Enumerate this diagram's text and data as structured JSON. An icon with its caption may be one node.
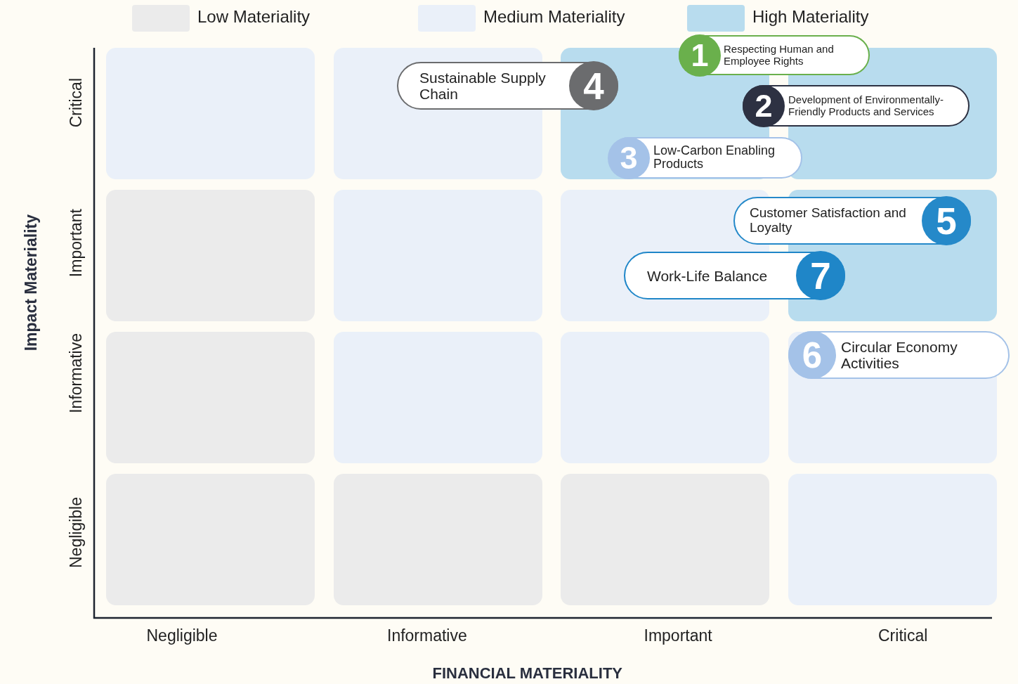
{
  "diagram": {
    "nodes": [
      {
        "text": [
          "1",
          "Respecting Human and Employee Rights"
        ]
      },
      {
        "text": [
          "Sustainable Supply Chain",
          "4"
        ]
      },
      {
        "text": [
          "2",
          "Development of Environmentally-Friendly Products and Services"
        ]
      },
      {
        "text": [
          "3",
          "Low-Carbon Enabling Products"
        ]
      },
      {
        "text": [
          "Customer Satisfaction and Loyalty",
          "5"
        ]
      },
      {
        "text": [
          "Work-Life Balance",
          "7"
        ]
      },
      {
        "text": [
          "6",
          "Circular Economy Activities"
        ]
      }
    ],
    "edges": [],
    "labels": [
      "Impact Materiality",
      "Critical",
      "Important",
      "Informative",
      "Negligible",
      "Negligible",
      "Informative",
      "Important",
      "Critical",
      "FINANCIAL MATERIALITY"
    ],
    "legend": [
      {
        "text": "Low Materiality",
        "color": "#ebebeb"
      },
      {
        "text": "Medium Materiality",
        "color": "#eaf0f9"
      },
      {
        "text": "High Materiality",
        "color": "#b8dcee"
      }
    ]
  }
}
